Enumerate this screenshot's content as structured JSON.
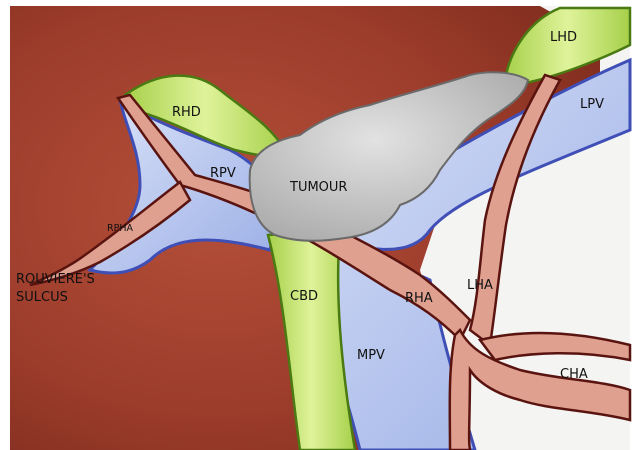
{
  "diagram": {
    "labels": {
      "lhd": "LHD",
      "lpv": "LPV",
      "rhd": "RHD",
      "rpv": "RPV",
      "tumour": "TUMOUR",
      "rpha": "RPHA",
      "rouviere_line1": "ROUVIERE'S",
      "rouviere_line2": "SULCUS",
      "cbd": "CBD",
      "rha": "RHA",
      "lha": "LHA",
      "mpv": "MPV",
      "cha": "CHA"
    },
    "colors": {
      "liver": "#9b3b2a",
      "liver_dark": "#6e2418",
      "portal_vein": "#b9c7ee",
      "portal_vein_edge": "#3f4fb6",
      "bile_duct": "#bfe06a",
      "bile_duct_edge": "#4a7a12",
      "artery": "#e0a090",
      "artery_edge": "#5a1410",
      "tumour": "#c9c9c9",
      "tumour_edge": "#6a6a6a",
      "background": "#f4f4f2"
    }
  }
}
